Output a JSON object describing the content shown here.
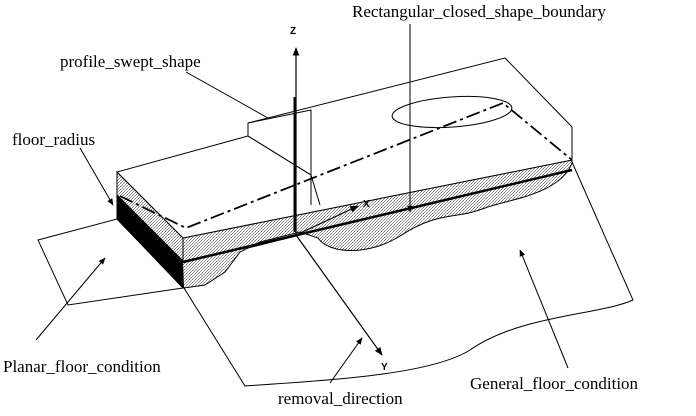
{
  "labels": {
    "rect_boundary": "Rectangular_closed_shape_boundary",
    "profile_swept": "profile_swept_shape",
    "floor_radius": "floor_radius",
    "planar_floor": "Planar_floor_condition",
    "removal_direction": "removal_direction",
    "general_floor": "General_floor_condition"
  },
  "axes": {
    "z": "Z",
    "x": "X",
    "y": "Y"
  }
}
